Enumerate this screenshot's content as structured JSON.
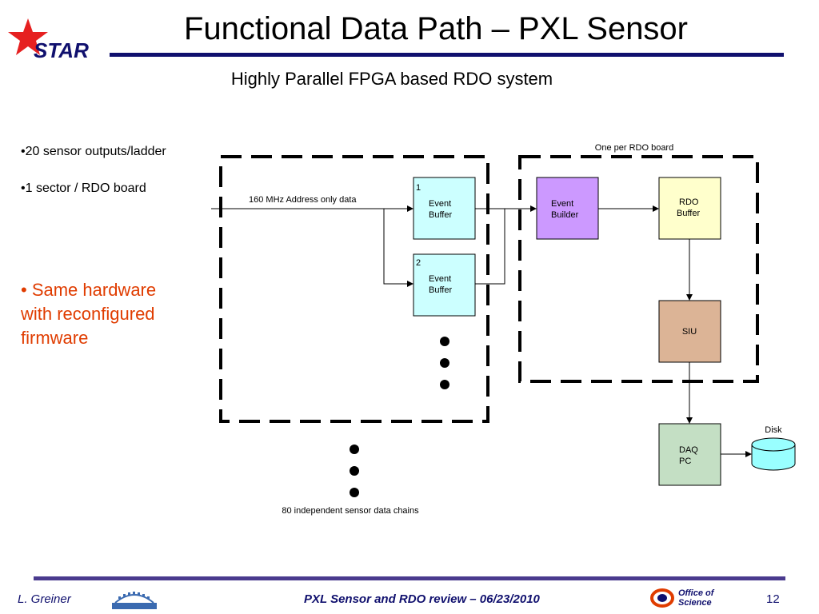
{
  "header": {
    "title": "Functional Data Path – PXL Sensor",
    "subtitle": "Highly Parallel FPGA based RDO system",
    "logo_text": "STAR"
  },
  "bullets": {
    "b1": "•20 sensor outputs/ladder",
    "b2": "•1 sector / RDO board",
    "b3_line1": "• Same hardware",
    "b3_line2": "with reconfigured",
    "b3_line3": "firmware"
  },
  "diagram": {
    "input_label": "160 MHz Address only data",
    "rdo_board_label": "One per RDO board",
    "event_buffer_1": {
      "index": "1",
      "line1": "Event",
      "line2": "Buffer"
    },
    "event_buffer_2": {
      "index": "2",
      "line1": "Event",
      "line2": "Buffer"
    },
    "event_builder": {
      "line1": "Event",
      "line2": "Builder"
    },
    "rdo_buffer": {
      "line1": "RDO",
      "line2": "Buffer"
    },
    "siu": "SIU",
    "daq_pc": {
      "line1": "DAQ",
      "line2": "PC"
    },
    "disk": "Disk",
    "chains_label": "80 independent sensor data chains"
  },
  "footer": {
    "author": "L. Greiner",
    "center": "PXL Sensor and RDO review – 06/23/2010",
    "page": "12",
    "doe_logo_line1": "Office of",
    "doe_logo_line2": "Science"
  },
  "colors": {
    "event_buffer": "#ccffff",
    "event_builder": "#cc99ff",
    "rdo_buffer": "#ffffcc",
    "siu": "#dcb496",
    "daq_pc": "#c4dfc4",
    "disk": "#99ffff",
    "accent_red": "#e03c00",
    "navy": "#10106e"
  }
}
